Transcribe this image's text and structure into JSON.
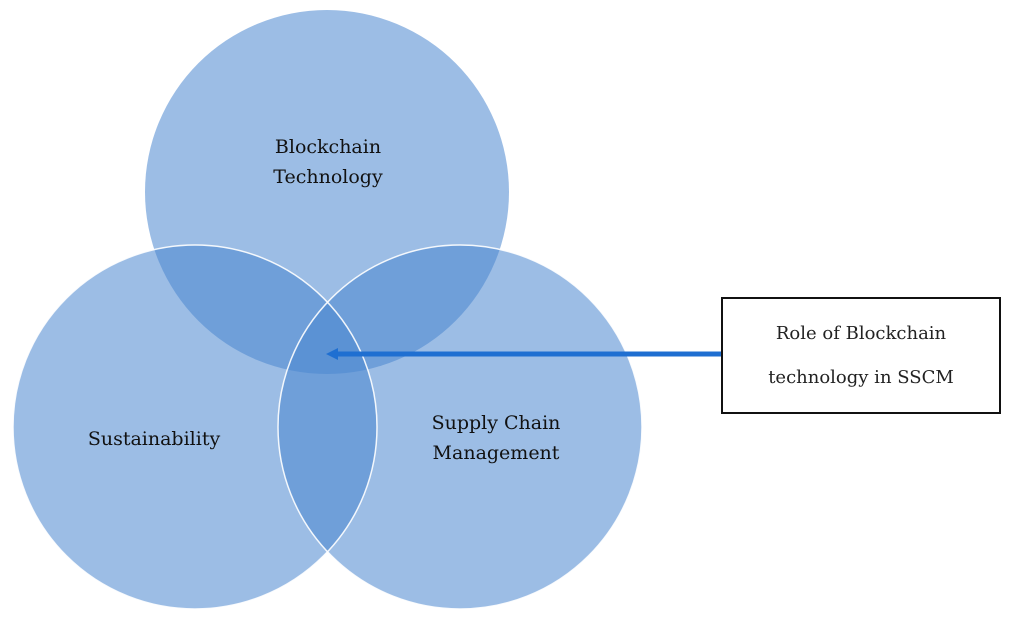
{
  "diagram": {
    "type": "venn",
    "sets": [
      {
        "id": "blockchain",
        "label": "Blockchain\nTechnology"
      },
      {
        "id": "sustainability",
        "label": "Sustainability"
      },
      {
        "id": "scm",
        "label": "Supply Chain\nManagement"
      }
    ],
    "intersection_callout": {
      "label": "Role of Blockchain\ntechnology in SSCM",
      "points_to": [
        "blockchain",
        "sustainability",
        "scm"
      ]
    },
    "colors": {
      "circle_fill": "#4a86d0",
      "circle_outline": "#ffffff",
      "arrow": "#1f6fd1",
      "text": "#111111"
    }
  }
}
